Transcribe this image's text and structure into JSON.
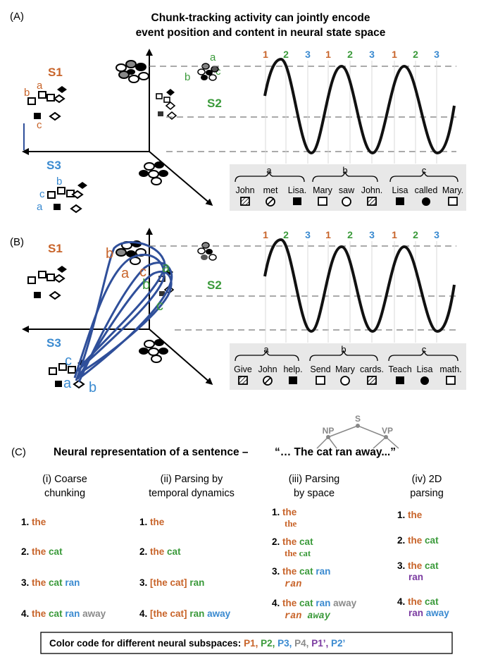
{
  "colors": {
    "p1": "#c8642a",
    "p2": "#3a9a3a",
    "p3": "#3a8ad0",
    "p4": "#8a8a8a",
    "p1p": "#7a3aa0",
    "p2p": "#3a8ad0",
    "traj": "#2f4f9a",
    "wave": "#111111",
    "box": "#e8e8e8"
  },
  "panelA": {
    "label": "(A)",
    "title_line1": "Chunk-tracking activity can jointly encode",
    "title_line2": "event position and content in neural state space",
    "s1": "S1",
    "s2": "S2",
    "s3": "S3",
    "a": "a",
    "b": "b",
    "c": "c",
    "positions": [
      "1",
      "2",
      "3",
      "1",
      "2",
      "3",
      "1",
      "2",
      "3"
    ],
    "chunks": [
      "a",
      "b",
      "c"
    ],
    "words": [
      "John",
      "met",
      "Lisa.",
      "Mary",
      "saw",
      "John.",
      "Lisa",
      "called",
      "Mary."
    ]
  },
  "panelB": {
    "label": "(B)",
    "s1": "S1",
    "s2": "S2",
    "s3": "S3",
    "a": "a",
    "b": "b",
    "c": "c",
    "positions": [
      "1",
      "2",
      "3",
      "1",
      "2",
      "3",
      "1",
      "2",
      "3"
    ],
    "chunks": [
      "a",
      "b",
      "c"
    ],
    "words": [
      "Give",
      "John",
      "help.",
      "Send",
      "Mary",
      "cards.",
      "Teach",
      "Lisa",
      "math."
    ]
  },
  "panelC": {
    "label": "(C)",
    "title": "Neural representation of a sentence –",
    "quote": "“… The cat ran away...”",
    "tree": {
      "s": "S",
      "np": "NP",
      "vp": "VP"
    },
    "columns": [
      {
        "line1": "(i) Coarse",
        "line2": "chunking"
      },
      {
        "line1": "(ii) Parsing by",
        "line2": "temporal dynamics"
      },
      {
        "line1": "(iii) Parsing",
        "line2": "by space"
      },
      {
        "line1": "(iv) 2D",
        "line2": "parsing"
      }
    ],
    "nums": [
      "1.",
      "2.",
      "3.",
      "4."
    ],
    "w": {
      "the": "the",
      "cat": "the cat",
      "ran": "ran",
      "away": "away",
      "bracket": "[the cat]",
      "the_plain": "the",
      "cat_plain": "cat"
    },
    "legend": {
      "prefix": "Color code for different neural subspaces:",
      "p1": "P1,",
      "p2": "P2,",
      "p3": "P3,",
      "p4": "P4,",
      "p1p": "P1’,",
      "p2p": "P2’"
    }
  }
}
